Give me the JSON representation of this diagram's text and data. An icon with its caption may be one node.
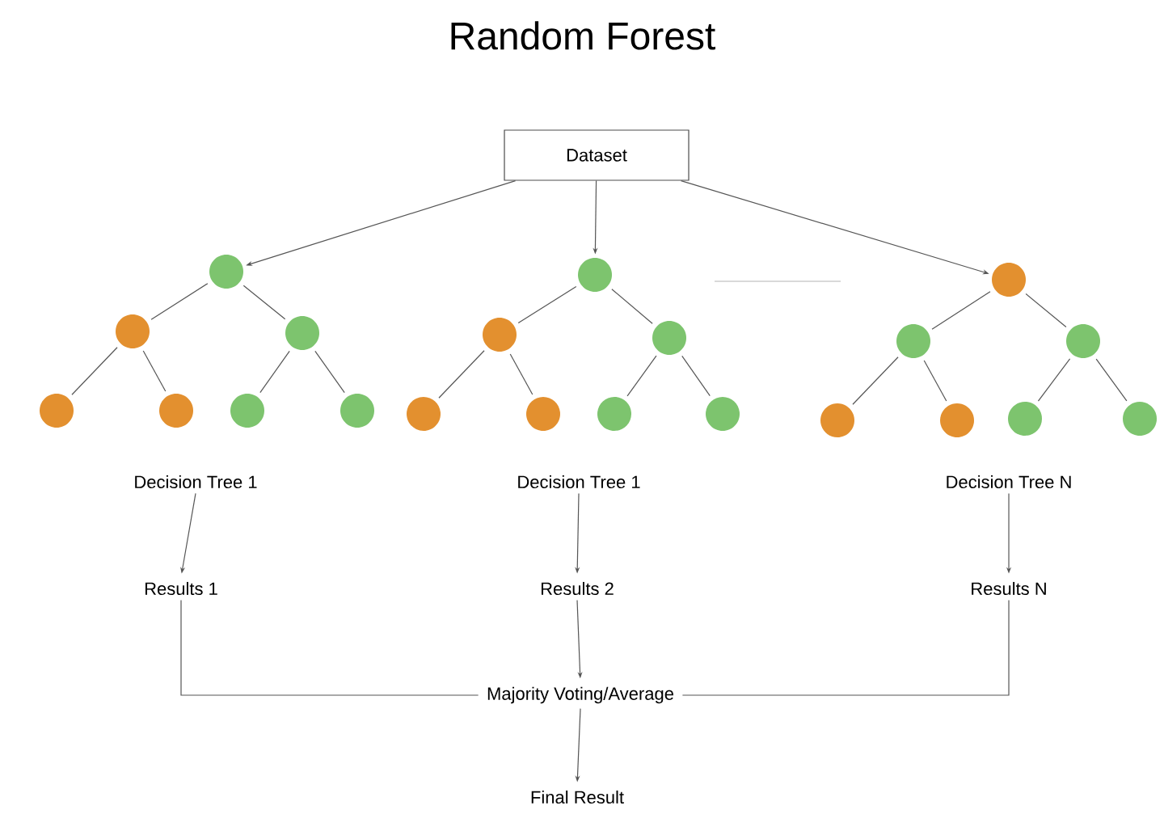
{
  "diagram": {
    "title": "Random Forest",
    "nodes": [
      {
        "text": [
          "Dataset"
        ]
      },
      {
        "text": [],
        "shape": "circle"
      },
      {
        "text": [],
        "shape": "circle"
      },
      {
        "text": [],
        "shape": "circle"
      },
      {
        "text": [],
        "shape": "circle"
      },
      {
        "text": [],
        "shape": "circle"
      },
      {
        "text": [],
        "shape": "circle"
      },
      {
        "text": [],
        "shape": "circle"
      },
      {
        "text": [],
        "shape": "circle"
      },
      {
        "text": [],
        "shape": "circle"
      },
      {
        "text": [],
        "shape": "circle"
      },
      {
        "text": [],
        "shape": "circle"
      },
      {
        "text": [],
        "shape": "circle"
      },
      {
        "text": [],
        "shape": "circle"
      },
      {
        "text": [],
        "shape": "circle"
      },
      {
        "text": [],
        "shape": "circle"
      },
      {
        "text": [],
        "shape": "circle"
      },
      {
        "text": [],
        "shape": "circle"
      },
      {
        "text": [],
        "shape": "circle"
      },
      {
        "text": [],
        "shape": "circle"
      },
      {
        "text": [],
        "shape": "circle"
      },
      {
        "text": [],
        "shape": "circle"
      },
      {
        "text": [
          "Decision Tree 1"
        ]
      },
      {
        "text": [
          "Decision Tree 1"
        ]
      },
      {
        "text": [
          "Decision Tree N"
        ]
      },
      {
        "text": [
          "Results 1"
        ]
      },
      {
        "text": [
          "Results 2"
        ]
      },
      {
        "text": [
          "Results N"
        ]
      },
      {
        "text": [
          "Majority Voting/Average"
        ]
      },
      {
        "text": [
          "Final Result"
        ]
      }
    ],
    "edges": [
      {
        "from": 0,
        "to": 1,
        "arrow": "to"
      },
      {
        "from": 0,
        "to": 8,
        "arrow": "to"
      },
      {
        "from": 0,
        "to": 15,
        "arrow": "to"
      },
      {
        "from": 1,
        "to": 2,
        "arrow": "none"
      },
      {
        "from": 1,
        "to": 3,
        "arrow": "none"
      },
      {
        "from": 2,
        "to": 4,
        "arrow": "none"
      },
      {
        "from": 2,
        "to": 5,
        "arrow": "none"
      },
      {
        "from": 3,
        "to": 6,
        "arrow": "none"
      },
      {
        "from": 3,
        "to": 7,
        "arrow": "none"
      },
      {
        "from": 8,
        "to": 9,
        "arrow": "none"
      },
      {
        "from": 8,
        "to": 10,
        "arrow": "none"
      },
      {
        "from": 9,
        "to": 11,
        "arrow": "none"
      },
      {
        "from": 9,
        "to": 12,
        "arrow": "none"
      },
      {
        "from": 10,
        "to": 13,
        "arrow": "none"
      },
      {
        "from": 10,
        "to": 14,
        "arrow": "none"
      },
      {
        "from": 15,
        "to": 16,
        "arrow": "none"
      },
      {
        "from": 15,
        "to": 17,
        "arrow": "none"
      },
      {
        "from": 16,
        "to": 18,
        "arrow": "none"
      },
      {
        "from": 16,
        "to": 19,
        "arrow": "none"
      },
      {
        "from": 17,
        "to": 20,
        "arrow": "none"
      },
      {
        "from": 17,
        "to": 21,
        "arrow": "none"
      },
      {
        "from": 22,
        "to": 25,
        "arrow": "to"
      },
      {
        "from": 23,
        "to": 26,
        "arrow": "to"
      },
      {
        "from": 24,
        "to": 27,
        "arrow": "to"
      },
      {
        "from": 25,
        "to": 28,
        "arrow": "none"
      },
      {
        "from": 26,
        "to": 28,
        "arrow": "to"
      },
      {
        "from": 27,
        "to": 28,
        "arrow": "none"
      },
      {
        "from": 28,
        "to": 29,
        "arrow": "to"
      }
    ]
  }
}
